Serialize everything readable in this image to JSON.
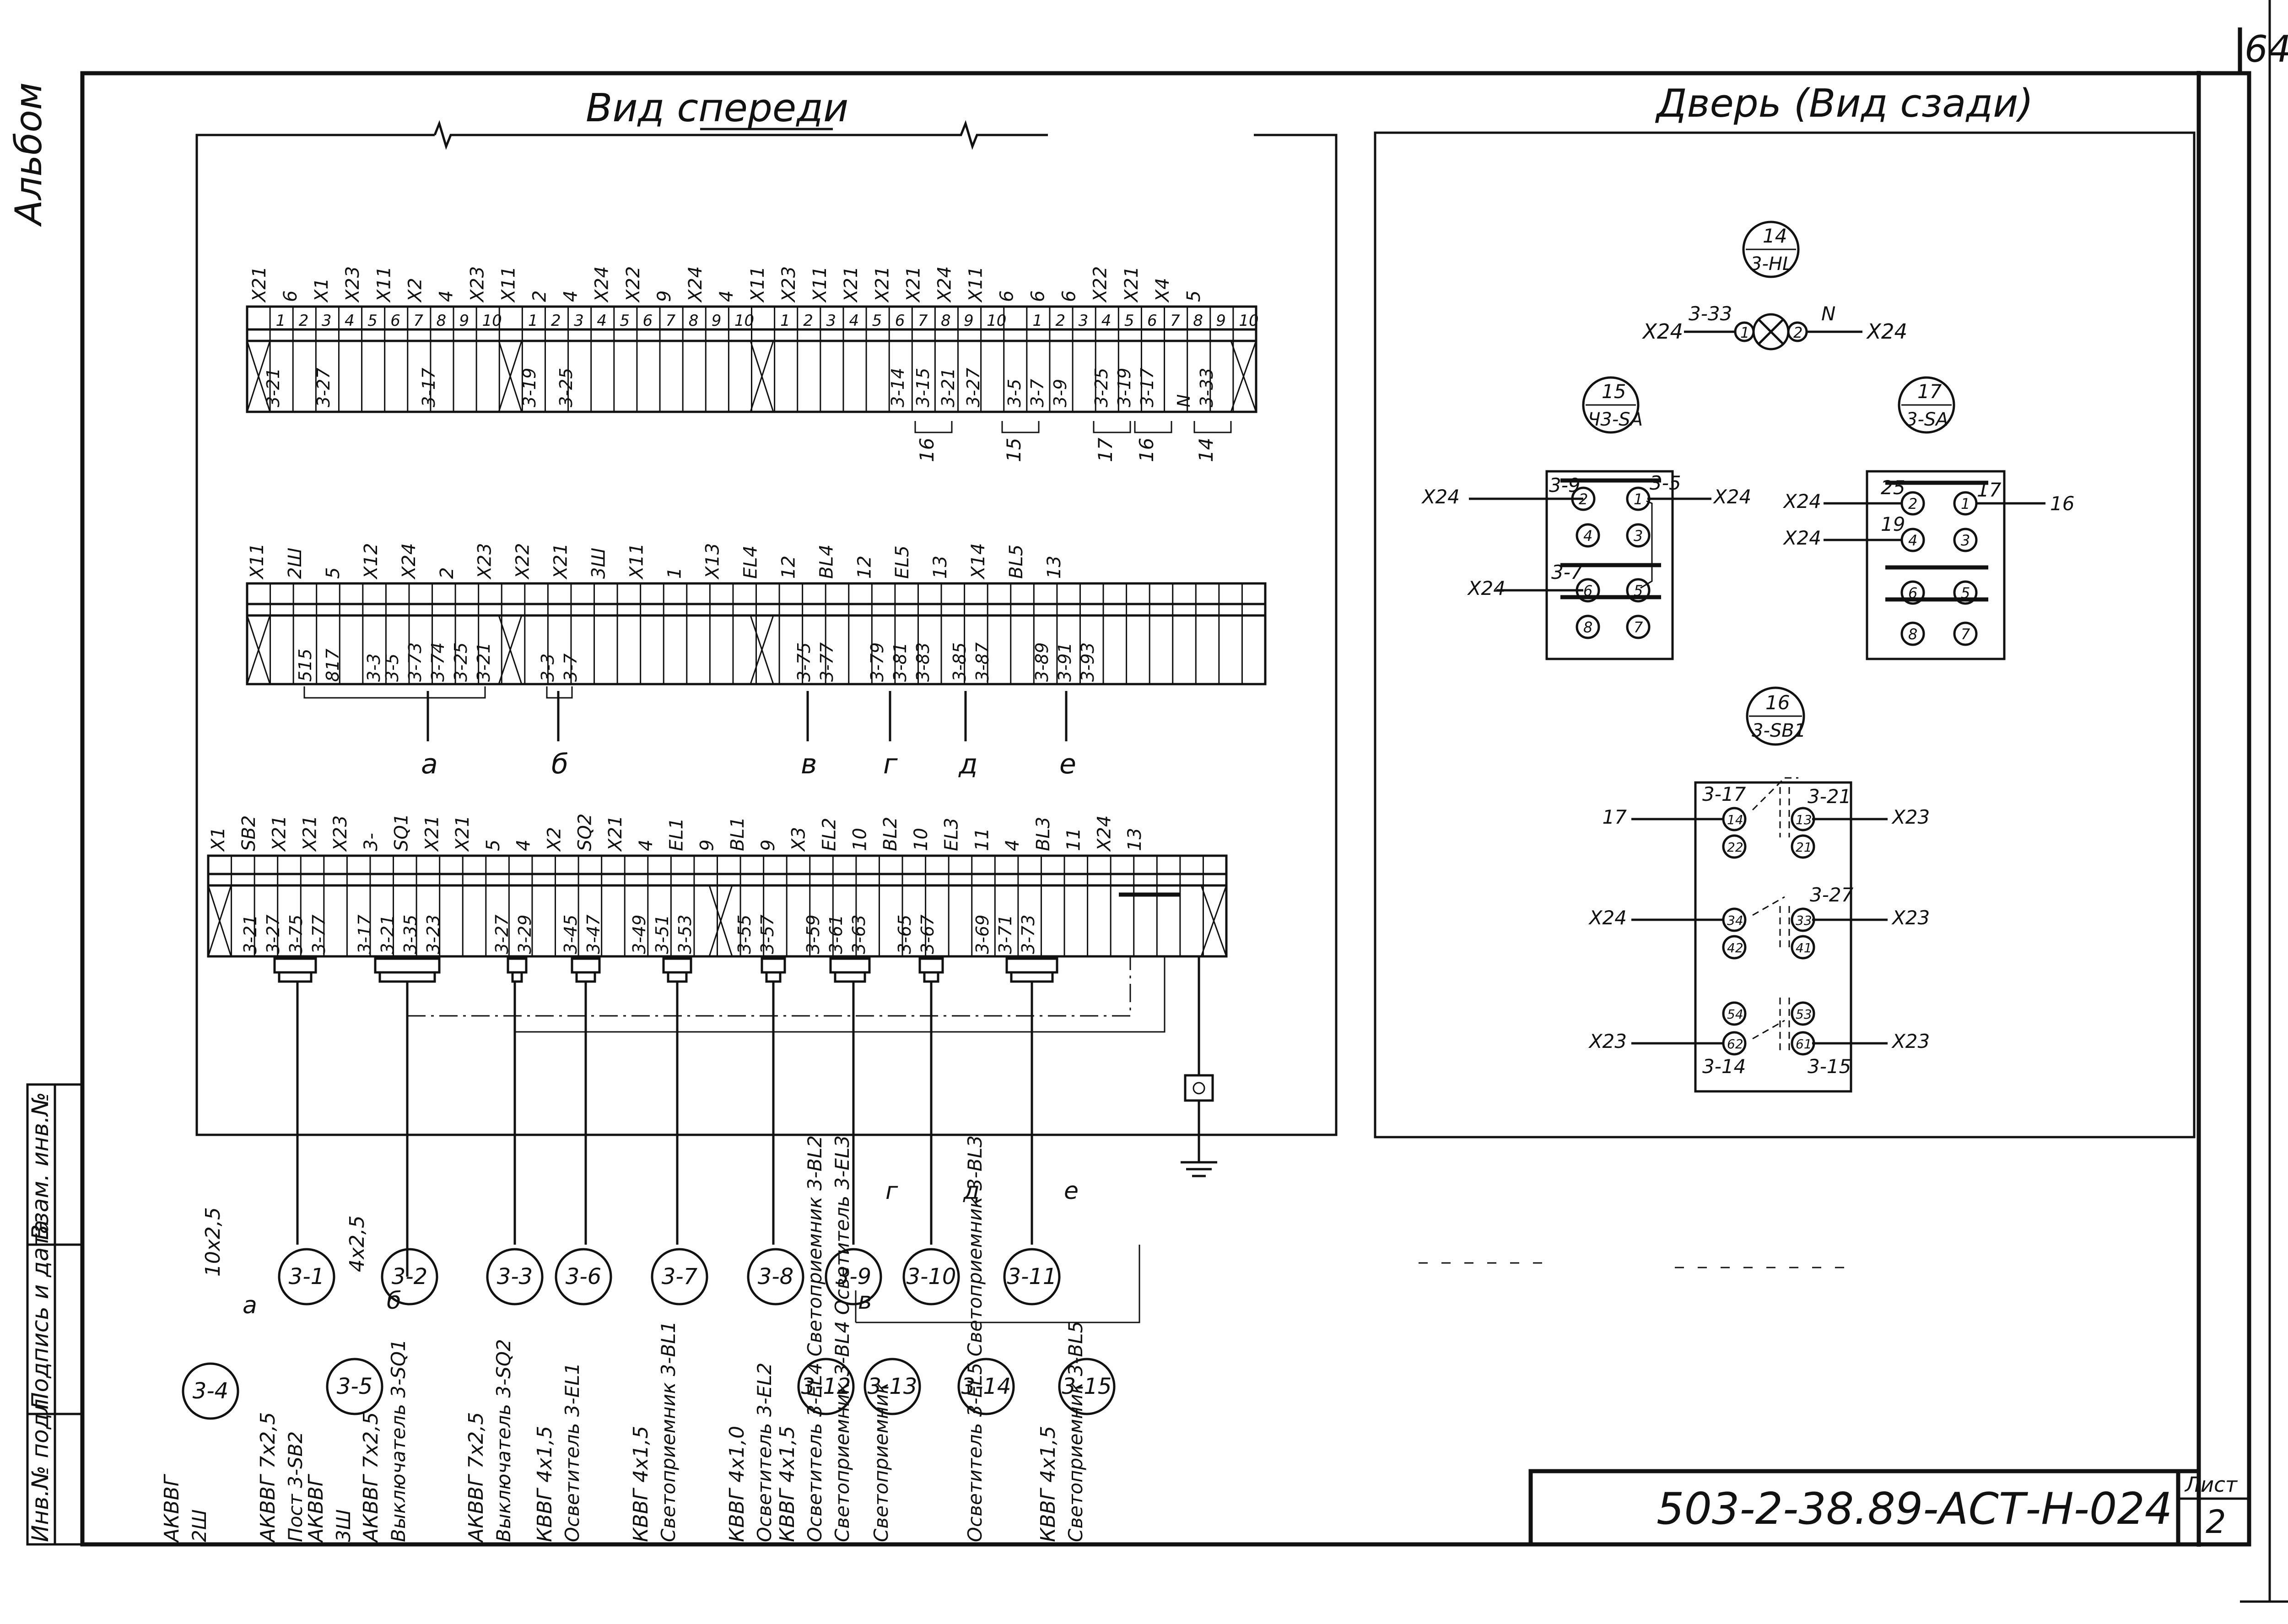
{
  "sheet": {
    "page_number": "64",
    "designation": "503-2-38.89-АСТ-Н-024",
    "sheet_label": "Лист",
    "sheet_value": "2",
    "side_stamp": [
      "Инв.№ подл",
      "Подпись и дата",
      "Взам. инв.№"
    ],
    "top_left_fragment": "Альбом"
  },
  "front_view": {
    "title": "Вид спереди",
    "block1": {
      "top_labels": [
        "Х21",
        "6",
        "Х1",
        "Х23",
        "Х11",
        "Х2",
        "4",
        "Х23",
        "Х11",
        "2",
        "4",
        "Х24",
        "Х22",
        "9",
        "Х24",
        "4",
        "Х11",
        "Х23",
        "Х11",
        "Х21",
        "Х21",
        "Х21",
        "Х24",
        "Х11",
        "6",
        "6",
        "6",
        "Х22",
        "Х21",
        "Х4",
        "5"
      ],
      "terminals": [
        "1",
        "2",
        "3",
        "4",
        "5",
        "6",
        "7",
        "8",
        "9",
        "10",
        "1",
        "2",
        "3",
        "4",
        "5",
        "6",
        "7",
        "8",
        "9",
        "10",
        "1",
        "2",
        "3",
        "4",
        "5",
        "6",
        "7",
        "8",
        "9",
        "10",
        "1",
        "2",
        "3",
        "4",
        "5",
        "6",
        "7",
        "8",
        "9",
        "10"
      ],
      "wires": [
        "3-21",
        "3-27",
        "3-17",
        "3-19",
        "3-25",
        "3-14",
        "3-15",
        "3-21",
        "3-27",
        "3-5",
        "3-7",
        "3-9",
        "3-25",
        "3-19",
        "3-17",
        "N",
        "3-33"
      ],
      "groups": [
        "16",
        "15",
        "17",
        "16",
        "14"
      ]
    },
    "block2": {
      "top_labels": [
        "Х11",
        "2Ш",
        "5",
        "Х12",
        "Х24",
        "2",
        "Х23",
        "Х22",
        "Х21",
        "3Ш",
        "Х11",
        "1",
        "Х13",
        "ЕL4",
        "12",
        "ВL4",
        "12",
        "ЕL5",
        "13",
        "Х14",
        "ВL5",
        "13"
      ],
      "wires": [
        "515",
        "817",
        "3-3",
        "3-5",
        "3-73",
        "3-74",
        "3-25",
        "3-21",
        "3-3",
        "3-7",
        "3-75",
        "3-77",
        "3-79",
        "3-81",
        "3-83",
        "3-85",
        "3-87",
        "3-89",
        "3-91",
        "3-93"
      ],
      "cable_letters": [
        "а",
        "б",
        "в",
        "г",
        "д",
        "е"
      ]
    },
    "block3": {
      "top_labels": [
        "Х1",
        "SВ2",
        "Х21",
        "Х21",
        "Х23",
        "3-",
        "SQ1",
        "Х21",
        "Х21",
        "5",
        "4",
        "Х2",
        "SQ2",
        "Х21",
        "4",
        "ЕL1",
        "9",
        "ВL1",
        "9",
        "Х3",
        "ЕL2",
        "10",
        "ВL2",
        "10",
        "ЕL3",
        "11",
        "4",
        "ВL3",
        "11",
        "Х24",
        "13"
      ],
      "wires": [
        "3-21",
        "3-27",
        "3-75",
        "3-77",
        "3-17",
        "3-21",
        "3-35",
        "3-23",
        "3-27",
        "3-29",
        "3-45",
        "3-47",
        "3-49",
        "3-51",
        "3-53",
        "3-55",
        "3-57",
        "3-59",
        "3-61",
        "3-63",
        "3-65",
        "3-67",
        "3-69",
        "3-71",
        "3-73"
      ]
    }
  },
  "door_view": {
    "title": "Дверь (Вид сзади)",
    "lamp": {
      "tag": "14",
      "name": "3-НL",
      "left_label": "Х24",
      "left_wire": "3-33",
      "pin1": "1",
      "pin2": "2",
      "right_wire": "N",
      "right_label": "Х24"
    },
    "switch_left": {
      "tag": "15",
      "name": "Ч3-SA",
      "pins": [
        "2",
        "1",
        "4",
        "3",
        "6",
        "5",
        "8",
        "7"
      ],
      "labels": [
        "Х24",
        "3-9",
        "3-5",
        "Х24",
        "Х24",
        "3-7"
      ]
    },
    "switch_right": {
      "tag": "17",
      "name": "3-SA",
      "pins": [
        "2",
        "1",
        "4",
        "3",
        "6",
        "5",
        "8",
        "7"
      ],
      "labels": [
        "Х24",
        "25",
        "17",
        "16",
        "Х24",
        "19"
      ]
    },
    "button": {
      "tag": "16",
      "name": "3-SВ1",
      "pins": [
        "14",
        "13",
        "22",
        "21",
        "34",
        "33",
        "42",
        "41",
        "54",
        "53",
        "62",
        "61"
      ],
      "labels": [
        "3-17",
        "3-21",
        "17",
        "Х23",
        "Х24",
        "3-27",
        "Х23",
        "Х23",
        "Х23",
        "3-14",
        "3-15"
      ]
    }
  },
  "cables": [
    {
      "id": "3-4",
      "type": "АКВВГ",
      "section": "10х2,5",
      "dest": "2Ш",
      "letter": "а"
    },
    {
      "id": "3-1",
      "type": "АКВВГ 7х2,5",
      "dest": "Пост 3-SВ2"
    },
    {
      "id": "3-5",
      "type": "АКВВГ",
      "section": "4х2,5",
      "dest": "3Ш",
      "letter": "б"
    },
    {
      "id": "3-2",
      "type": "АКВВГ 7х2,5",
      "dest": "Выключатель 3-SQ1"
    },
    {
      "id": "3-3",
      "type": "АКВВГ 7х2,5",
      "dest": "Выключатель 3-SQ2"
    },
    {
      "id": "3-6",
      "type": "КВВГ 4х1,5",
      "dest": "Осветитель 3-ЕL1"
    },
    {
      "id": "3-7",
      "type": "КВВГ 4х1,5",
      "dest": "Светоприемник 3-ВL1"
    },
    {
      "id": "3-8",
      "type": "КВВГ 4х1,0",
      "dest": "Осветитель 3-ЕL2"
    },
    {
      "id": "3-12",
      "type": "КВВГ 4х1,5",
      "dest": "Осветитель 3-ЕL4 Светоприемник 3-ВL2",
      "letter": "в"
    },
    {
      "id": "3-9",
      "letter": "г",
      "dest": "Светоприемник 3-ВL4 Осветитель 3-ЕL3"
    },
    {
      "id": "3-13",
      "dest": "Светоприемник"
    },
    {
      "id": "3-10",
      "letter": "д"
    },
    {
      "id": "3-14",
      "dest": "Осветитель 3-ЕL5 Светоприемник 3-ВL3"
    },
    {
      "id": "3-11",
      "letter": "е"
    },
    {
      "id": "3-15",
      "type": "КВВГ 4х1,5",
      "dest": "Светоприемник 3-ВL5"
    }
  ]
}
